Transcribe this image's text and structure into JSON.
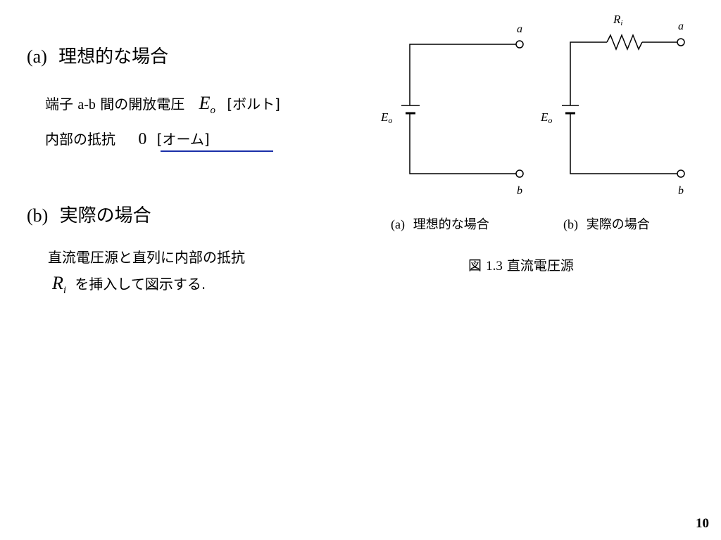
{
  "left": {
    "sectionA": {
      "label": "(a)",
      "title": "理想的な場合"
    },
    "voltage": {
      "prefix": "端子",
      "terminals": "a-b",
      "text": "間の開放電圧",
      "symbol": "E",
      "symbolSub": "o",
      "unit": "[ボルト]"
    },
    "resistance": {
      "text": "内部の抵抗",
      "value": "0",
      "unit": "[オーム]"
    },
    "sectionB": {
      "label": "(b)",
      "title": "実際の場合"
    },
    "desc": {
      "line1": "直流電圧源と直列に内部の抵抗",
      "symbol": "R",
      "symbolSub": "i",
      "line2": "を挿入して図示する."
    }
  },
  "figure": {
    "circuitA": {
      "terminalA": "a",
      "terminalB": "b",
      "source": "E",
      "sourceSub": "o"
    },
    "circuitB": {
      "terminalA": "a",
      "terminalB": "b",
      "source": "E",
      "sourceSub": "o",
      "resistor": "R",
      "resistorSub": "i"
    },
    "captionA": {
      "label": "(a)",
      "text": "理想的な場合"
    },
    "captionB": {
      "label": "(b)",
      "text": "実際の場合"
    },
    "caption": {
      "prefix": "図",
      "number": "1.3",
      "text": "直流電圧源"
    }
  },
  "page": {
    "number": "10"
  }
}
